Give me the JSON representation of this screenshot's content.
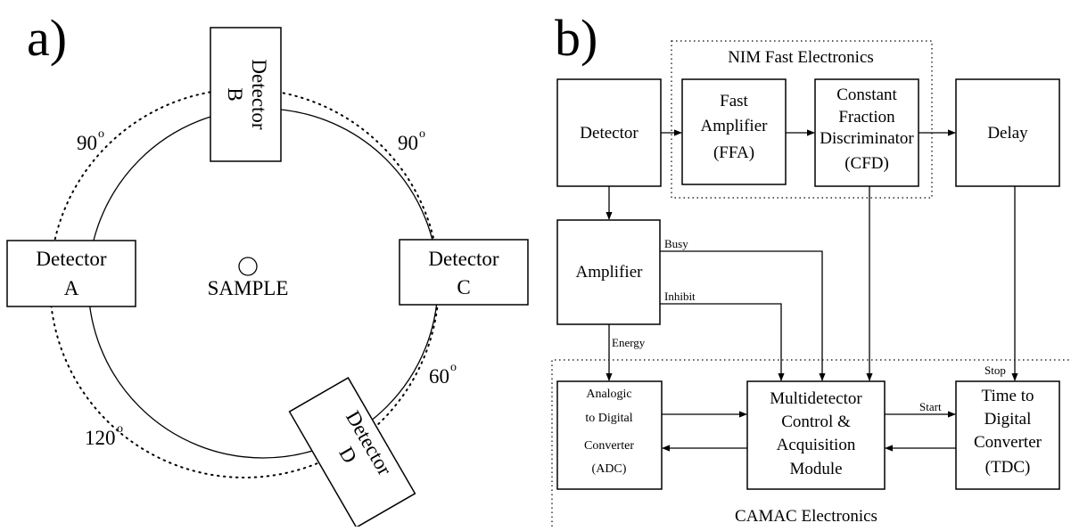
{
  "panel_a": {
    "label": "a)",
    "sample": "SAMPLE",
    "angle_top_left": "90",
    "angle_top_right": "90",
    "angle_right": "60",
    "angle_bottom_left": "120",
    "degree_mark": "o",
    "detectors": {
      "a": {
        "line1": "Detector",
        "line2": "A"
      },
      "b": {
        "line1": "Detector",
        "line2": "B"
      },
      "c": {
        "line1": "Detector",
        "line2": "C"
      },
      "d": {
        "line1": "Detector",
        "line2": "D"
      }
    }
  },
  "panel_b": {
    "label": "b)",
    "nim_group": "NIM Fast Electronics",
    "camac_group": "CAMAC Electronics",
    "blocks": {
      "detector": [
        "Detector"
      ],
      "ffa": [
        "Fast",
        "Amplifier",
        "(FFA)"
      ],
      "cfd": [
        "Constant",
        "Fraction",
        "Discriminator",
        "(CFD)"
      ],
      "delay": [
        "Delay"
      ],
      "amplifier": [
        "Amplifier"
      ],
      "adc": [
        "Analogic",
        "to Digital",
        "Converter",
        "(ADC)"
      ],
      "mcam": [
        "Multidetector",
        "Control &",
        "Acquisition",
        "Module"
      ],
      "tdc": [
        "Time to",
        "Digital",
        "Converter",
        "(TDC)"
      ]
    },
    "signals": {
      "busy": "Busy",
      "inhibit": "Inhibit",
      "energy": "Energy",
      "start": "Start",
      "stop": "Stop"
    }
  }
}
